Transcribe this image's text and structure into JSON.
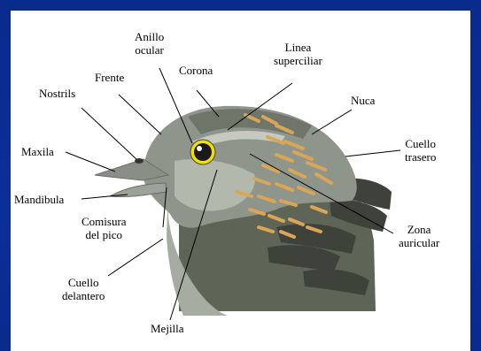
{
  "labels": {
    "anillo_ocular": [
      "Anillo",
      "ocular"
    ],
    "linea_superciliar": [
      "Linea",
      "superciliar"
    ],
    "corona": "Corona",
    "frente": "Frente",
    "nostrils": "Nostrils",
    "nuca": "Nuca",
    "cuello_trasero": [
      "Cuello",
      "trasero"
    ],
    "maxila": "Maxila",
    "mandibula": "Mandibula",
    "comisura": [
      "Comisura",
      "del pico"
    ],
    "zona_auricular": [
      "Zona",
      "auricular"
    ],
    "cuello_delantero": [
      "Cuello",
      "delantero"
    ],
    "mejilla": "Mejilla"
  },
  "colors": {
    "background": "#0b2f9a",
    "panel": "#ffffff",
    "eye_ring": "#f2e000",
    "stripes": "#d9a657",
    "head_gray": "#8e958a"
  }
}
